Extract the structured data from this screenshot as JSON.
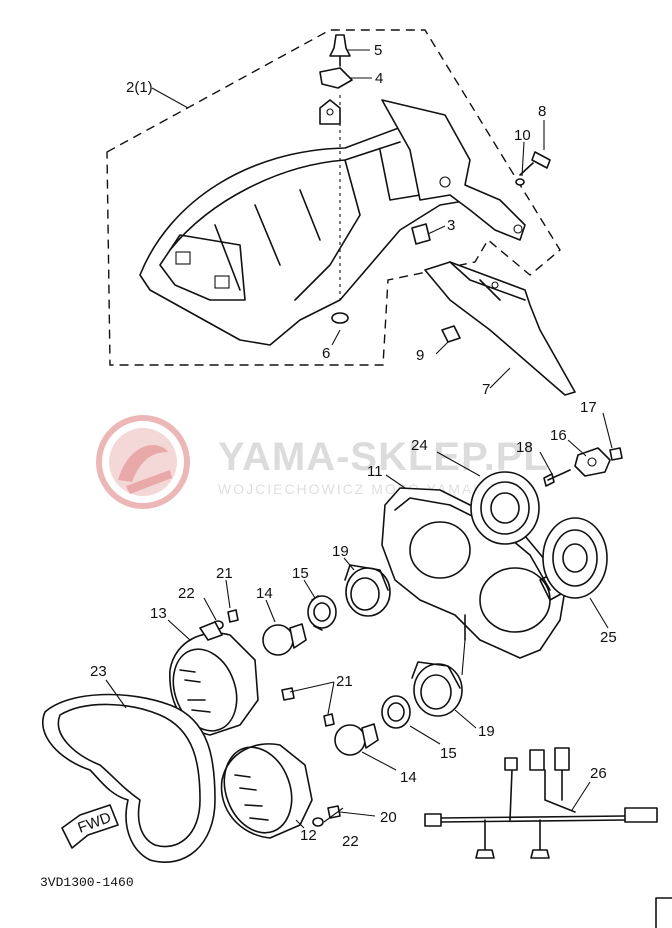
{
  "watermark": {
    "title": "YAMA-SKLEP.PL",
    "subtitle": "WOJCIECHOWICZ   MOTO   YAMAHA",
    "logo_color": "#e8a0a0"
  },
  "diagram_code": "3VD1300-1460",
  "fwd_label": "FWD",
  "callouts": {
    "c2": "2(1)",
    "c3": "3",
    "c4": "4",
    "c5": "5",
    "c6": "6",
    "c7": "7",
    "c8": "8",
    "c9": "9",
    "c10": "10",
    "c11": "11",
    "c12": "12",
    "c13": "13",
    "c14a": "14",
    "c14b": "14",
    "c15a": "15",
    "c15b": "15",
    "c16": "16",
    "c17": "17",
    "c18": "18",
    "c19a": "19",
    "c19b": "19",
    "c20": "20",
    "c21a": "21",
    "c21b": "21",
    "c22a": "22",
    "c22b": "22",
    "c23": "23",
    "c24": "24",
    "c25": "25",
    "c26": "26"
  }
}
